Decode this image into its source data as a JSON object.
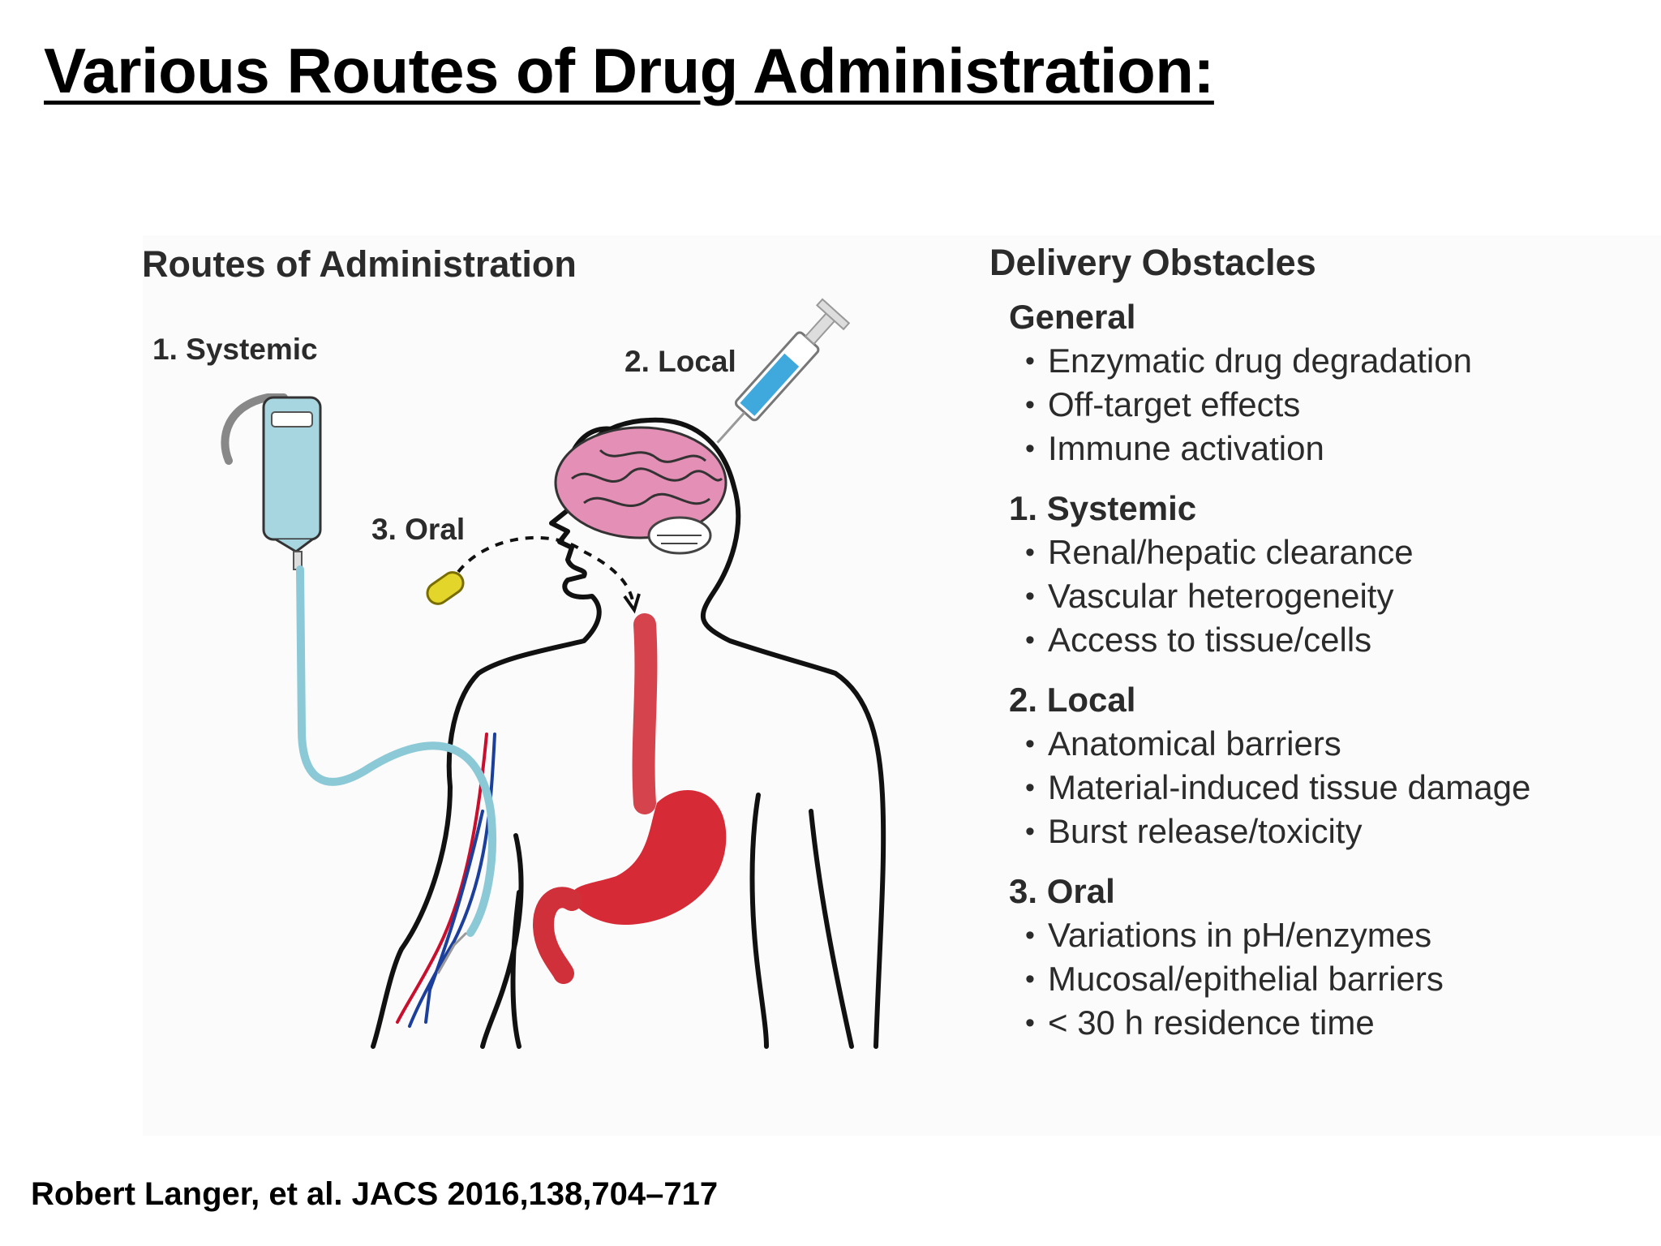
{
  "slide": {
    "title": "Various Routes of Drug Administration:",
    "citation": "Robert Langer, et al. JACS 2016,138,704–717"
  },
  "figure": {
    "routes_heading": "Routes of Administration",
    "routes": {
      "systemic": "1. Systemic",
      "local": "2. Local",
      "oral": "3. Oral"
    },
    "obstacles": {
      "heading": "Delivery Obstacles",
      "groups": [
        {
          "title": "General",
          "items": [
            "Enzymatic drug degradation",
            "Off-target effects",
            "Immune activation"
          ]
        },
        {
          "title": "1. Systemic",
          "items": [
            "Renal/hepatic clearance",
            "Vascular heterogeneity",
            "Access to tissue/cells"
          ]
        },
        {
          "title": "2. Local",
          "items": [
            "Anatomical barriers",
            "Material-induced tissue damage",
            "Burst release/toxicity"
          ]
        },
        {
          "title": "3. Oral",
          "items": [
            "Variations in pH/enzymes",
            "Mucosal/epithelial barriers",
            "< 30 h residence time"
          ]
        }
      ]
    },
    "colors": {
      "iv_bag": "#a8d6e0",
      "iv_tube": "#8cc9d6",
      "brain": "#e48fb5",
      "syringe_liquid": "#3fa9dd",
      "stomach": "#d62b36",
      "esophagus": "#d0303a",
      "pill": "#e4d52a",
      "artery": "#c8102e",
      "vein": "#1c3f9c",
      "outline": "#111111"
    }
  }
}
